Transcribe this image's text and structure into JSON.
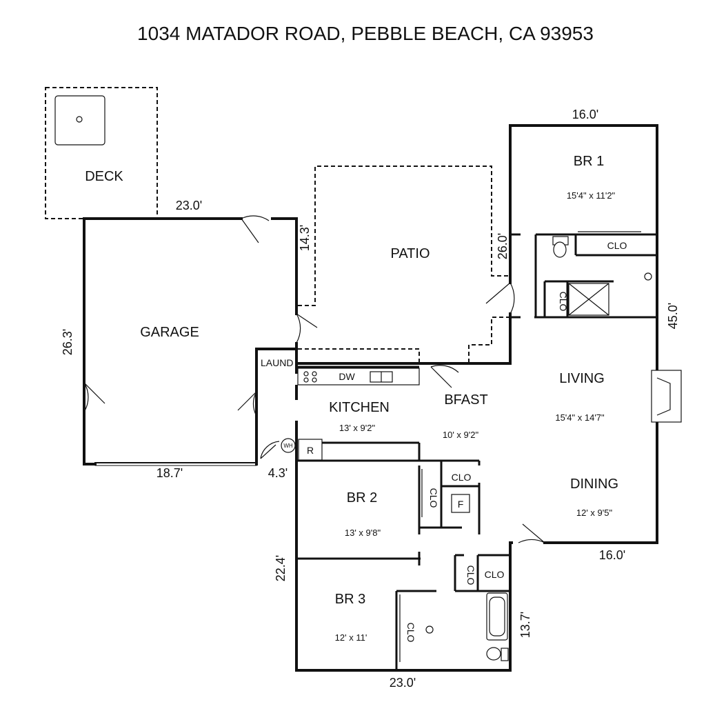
{
  "title": "1034 MATADOR ROAD, PEBBLE BEACH, CA  93953",
  "rooms": {
    "deck": "DECK",
    "garage": "GARAGE",
    "patio": "PATIO",
    "br1": {
      "name": "BR 1",
      "size": "15'4\" x 11'2\""
    },
    "laund": "LAUND",
    "kitchen": {
      "name": "KITCHEN",
      "size": "13' x 9'2\""
    },
    "bfast": {
      "name": "BFAST",
      "size": "10' x 9'2\""
    },
    "living": {
      "name": "LIVING",
      "size": "15'4\" x 14'7\""
    },
    "dining": {
      "name": "DINING",
      "size": "12' x 9'5\""
    },
    "br2": {
      "name": "BR 2",
      "size": "13' x 9'8\""
    },
    "br3": {
      "name": "BR 3",
      "size": "12' x 11'"
    }
  },
  "labels": {
    "clo": "CLO",
    "dw": "DW",
    "r": "R",
    "wh": "WH",
    "f": "F"
  },
  "dimensions": {
    "garage_top": "23.0'",
    "garage_left": "26.3'",
    "garage_bottom": "18.7'",
    "patio_left": "14.3'",
    "patio_right": "26.0'",
    "br1_top": "16.0'",
    "right_side": "45.0'",
    "dining_bottom": "16.0'",
    "laund_step": "4.3'",
    "br_left": "22.4'",
    "bath_right": "13.7'",
    "bottom": "23.0'"
  }
}
